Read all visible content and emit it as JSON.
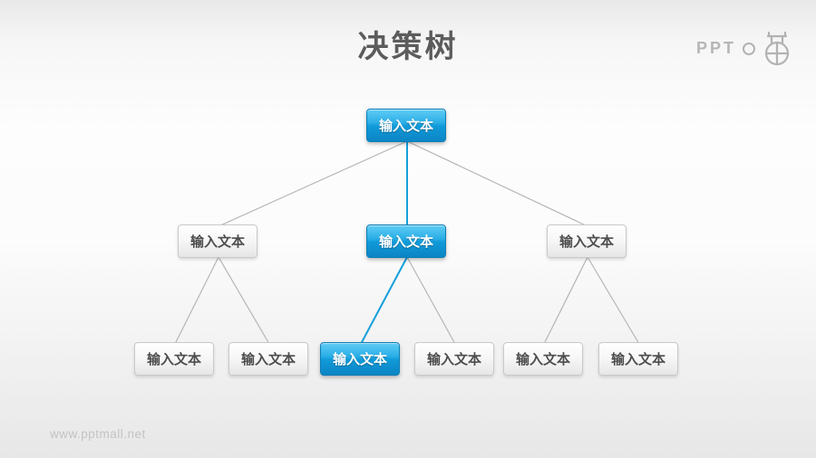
{
  "title": "决策树",
  "logo": {
    "text": "PPT",
    "icon": "mall-bag-icon"
  },
  "watermark": "www.pptmall.net",
  "colors": {
    "node_blue_top": "#60ccf4",
    "node_blue": "#109ad9",
    "node_blue_bottom": "#0c85c5",
    "node_blue_border": "#0d7eb5",
    "node_white_border": "#c9c9c9",
    "node_text_dark": "#4d4d4d",
    "node_text_light": "#ffffff",
    "connector_gray": "#b5b5b5",
    "connector_blue": "#16a0da",
    "title_text": "#5c5c5c",
    "watermark_text": "#c3c3c3"
  },
  "tree": {
    "root": {
      "label": "输入文本",
      "highlighted": true
    },
    "level2": [
      {
        "label": "输入文本",
        "highlighted": false
      },
      {
        "label": "输入文本",
        "highlighted": true
      },
      {
        "label": "输入文本",
        "highlighted": false
      }
    ],
    "level3": [
      {
        "label": "输入文本",
        "highlighted": false
      },
      {
        "label": "输入文本",
        "highlighted": false
      },
      {
        "label": "输入文本",
        "highlighted": true
      },
      {
        "label": "输入文本",
        "highlighted": false
      },
      {
        "label": "输入文本",
        "highlighted": false
      },
      {
        "label": "输入文本",
        "highlighted": false
      }
    ]
  }
}
